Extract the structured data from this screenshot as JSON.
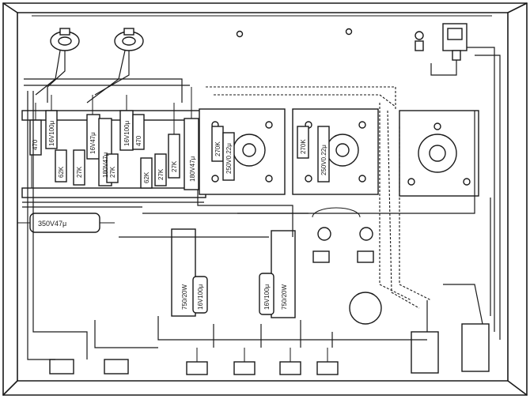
{
  "labels": {
    "r_470_a": "470",
    "c_16v100_a": "16V100μ",
    "r_62k_a": "62K",
    "r_27k_a": "27K",
    "c_16v47_a": "16V47μ",
    "c_180v47_a": "180V47μ",
    "r_27k_b": "27K",
    "c_16v100_b": "16V100μ",
    "r_470_b": "470",
    "r_62k_b": "62K",
    "r_27k_c": "27K",
    "r_27k_d": "27K",
    "c_180v47_b": "180V47μ",
    "c_350v47": "350V47μ",
    "r_270k_a": "270K",
    "c_250v22_a": "250V0.22μ",
    "r_270k_b": "270K",
    "c_250v22_b": "250V0.22μ",
    "r_750_20w_a": "750/20W",
    "c_16v100_c": "16V100μ",
    "c_16v100_d": "16V100μ",
    "r_750_20w_b": "750/20W"
  }
}
